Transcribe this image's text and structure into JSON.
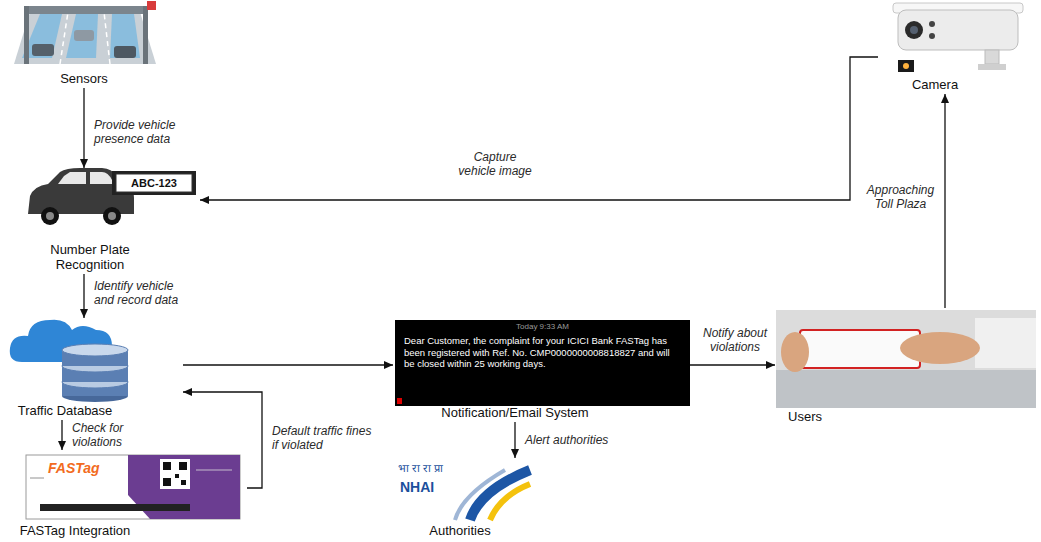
{
  "diagram": {
    "nodes": [
      {
        "text": [
          "Sensors"
        ]
      },
      {
        "text": [
          "Camera"
        ]
      },
      {
        "text": [
          "Number Plate Recognition"
        ]
      },
      {
        "text": [
          "Traffic Database"
        ]
      },
      {
        "text": [
          "Notification/Email System"
        ]
      },
      {
        "text": [
          "Users"
        ]
      },
      {
        "text": [
          "FASTag Integration"
        ]
      },
      {
        "text": [
          "Authorities"
        ]
      }
    ],
    "edges": [
      {
        "from": 0,
        "to": 2,
        "label": "Provide vehicle presence data",
        "arrow": "to"
      },
      {
        "from": 1,
        "to": 2,
        "label": "Capture vehicle image",
        "arrow": "to"
      },
      {
        "from": 2,
        "to": 3,
        "label": "Identify vehicle and record data",
        "arrow": "to"
      },
      {
        "from": 3,
        "to": 6,
        "label": "Check for violations",
        "arrow": "to"
      },
      {
        "from": 6,
        "to": 3,
        "label": "Default traffic fines if violated",
        "arrow": "to"
      },
      {
        "from": 3,
        "to": 4,
        "arrow": "to"
      },
      {
        "from": 4,
        "to": 5,
        "label": "Notify about violations",
        "arrow": "to"
      },
      {
        "from": 4,
        "to": 7,
        "label": "Alert authorities",
        "arrow": "to"
      },
      {
        "from": 5,
        "to": 1,
        "label": "Approaching Toll Plaza",
        "arrow": "to"
      }
    ],
    "labels": [
      "ABC-123",
      "FASTag",
      "भा रा रा प्रा",
      "NHAI",
      "Today 9:33 AM",
      "Dear Customer, the complaint for your ICICI Bank FASTag has been registered with Ref. No. CMP0000000008818827 and will be closed within 25 working days."
    ]
  }
}
